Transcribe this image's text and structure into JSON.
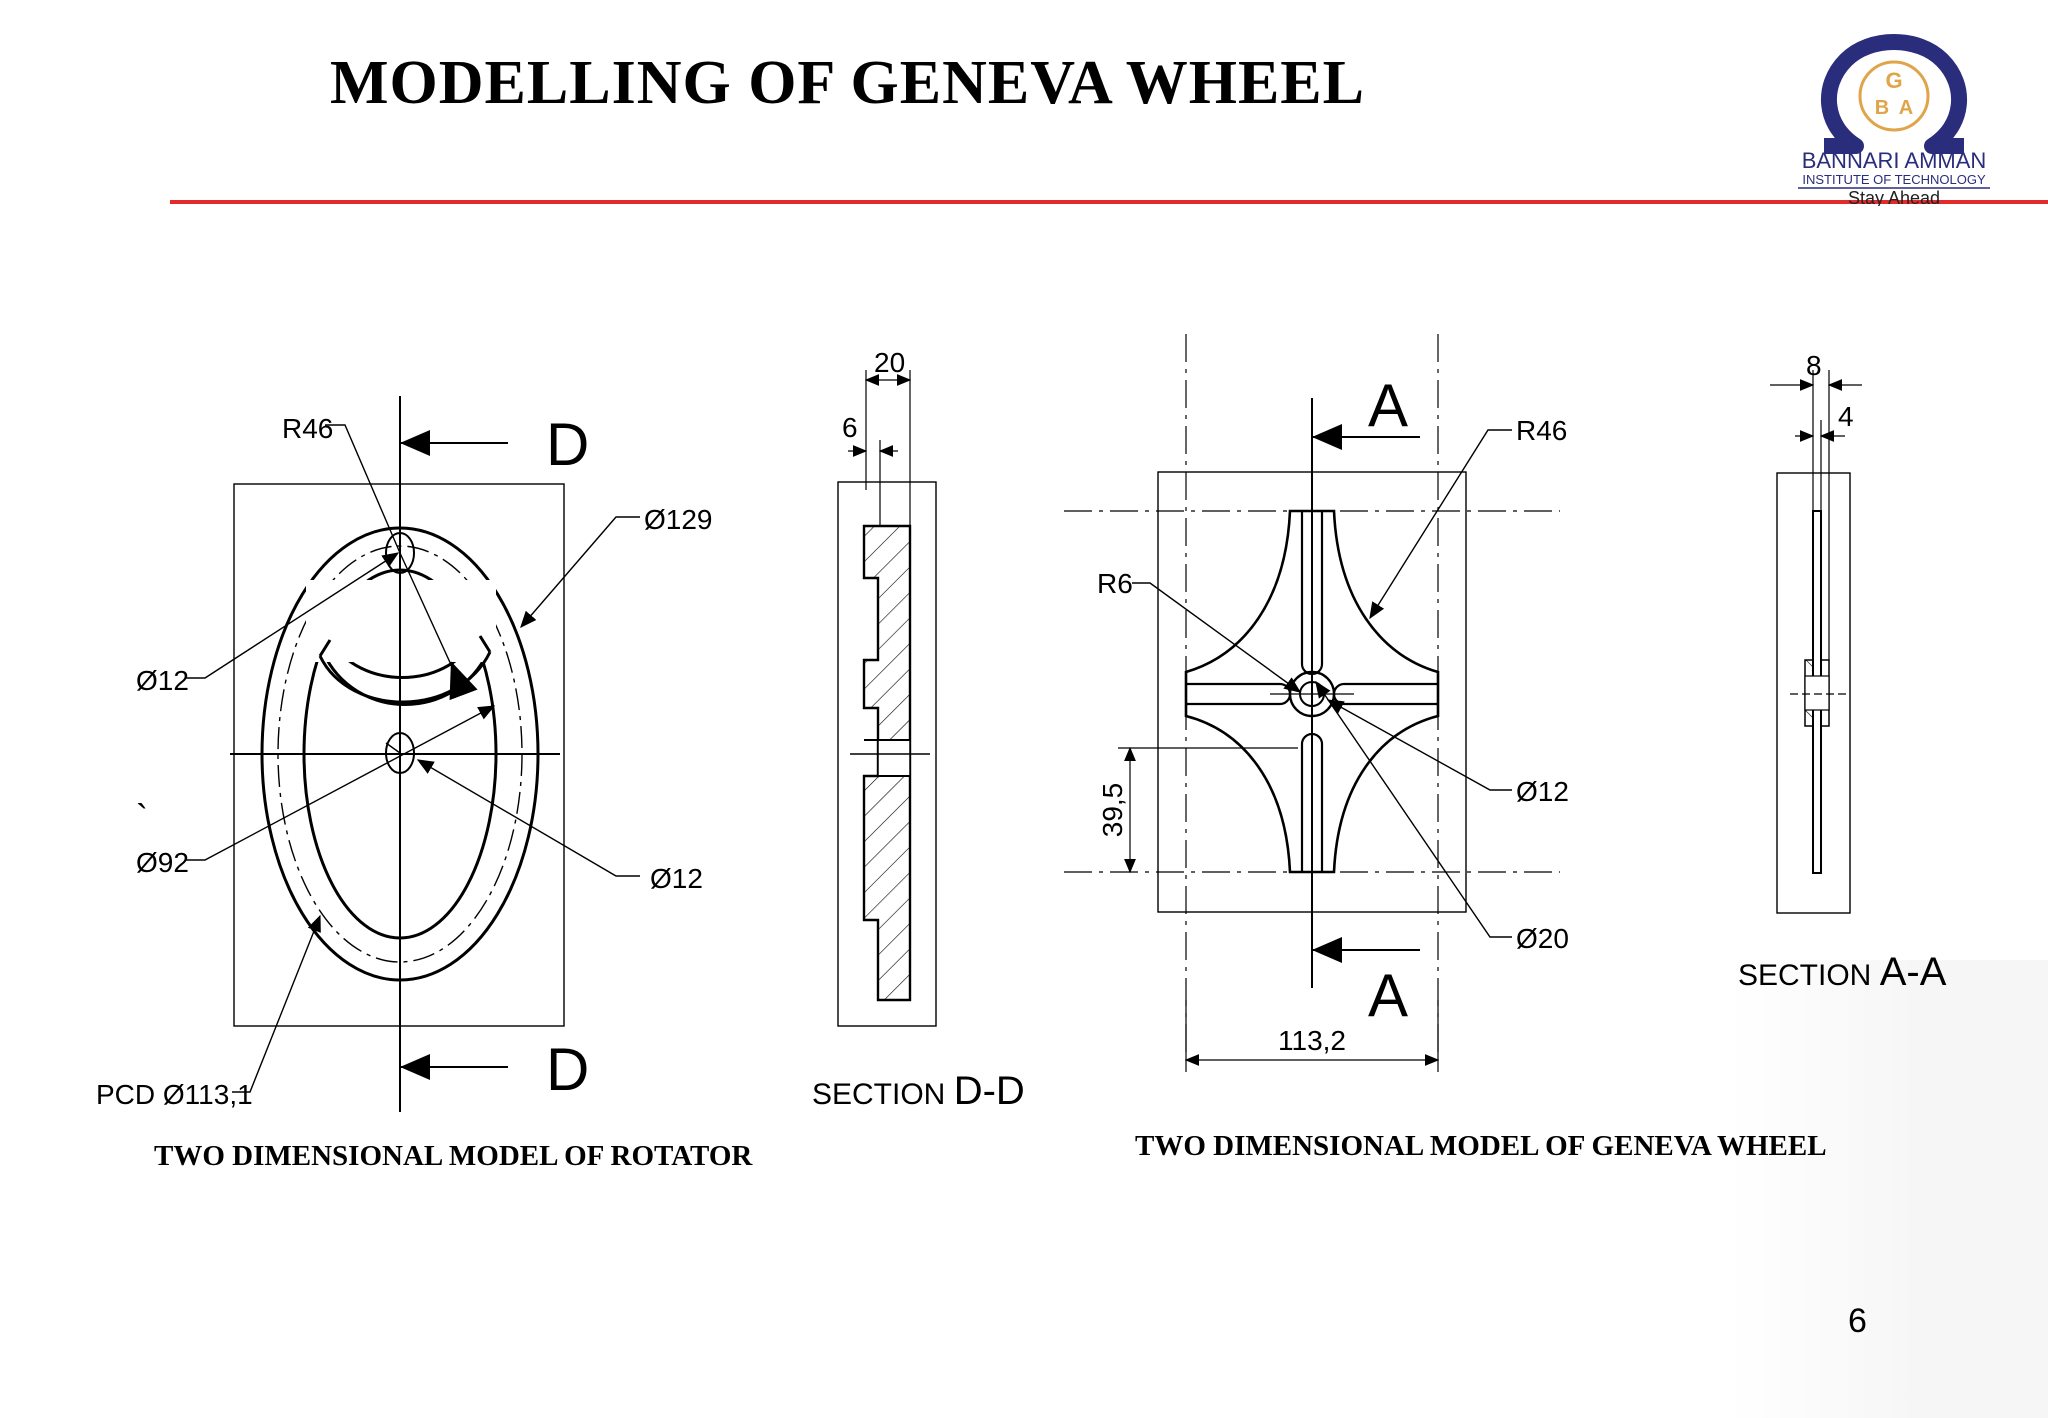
{
  "slide": {
    "title": "MODELLING  OF GENEVA WHEEL",
    "page_number": "6",
    "tick_mark": "`"
  },
  "logo": {
    "name_line1": "BANNARI AMMAN",
    "name_line2": "INSTITUTE OF TECHNOLOGY",
    "tagline": "Stay Ahead",
    "mark_letters": "G B A"
  },
  "rotator": {
    "caption": "TWO DIMENSIONAL MODEL OF ROTATOR",
    "labels": {
      "r46": "R46",
      "d129": "Ø129",
      "d12_left": "Ø12",
      "d92": "Ø92",
      "d12_right": "Ø12",
      "pcd": "PCD Ø113,1",
      "section_mark_top": "D",
      "section_mark_bottom": "D"
    },
    "section": {
      "dim_20": "20",
      "dim_6": "6",
      "label_prefix": "SECTION ",
      "label_name": "D-D"
    }
  },
  "geneva": {
    "caption": "TWO DIMENSIONAL MODEL OF GENEVA WHEEL",
    "labels": {
      "section_mark_top": "A",
      "section_mark_bottom": "A",
      "r46": "R46",
      "r6": "R6",
      "d12": "Ø12",
      "d20": "Ø20",
      "dim_395": "39,5",
      "dim_1132": "113,2"
    },
    "section": {
      "dim_8": "8",
      "dim_4": "4",
      "label_prefix": "SECTION ",
      "label_name": "A-A"
    }
  },
  "colors": {
    "rule": "#e32b2b",
    "logo_navy": "#2a2d7c",
    "ink": "#000000"
  }
}
